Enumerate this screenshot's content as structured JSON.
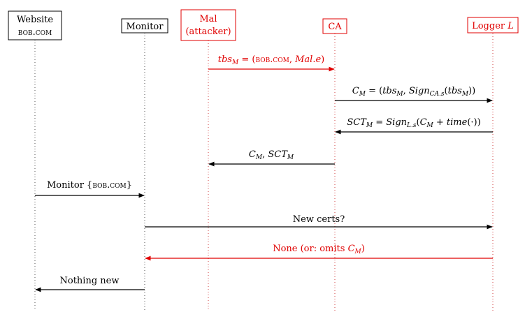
{
  "colors": {
    "black": "#000000",
    "red": "#e00000",
    "red_lifeline": "#d04040"
  },
  "participants": {
    "website": {
      "line1": "Website",
      "line2": "bob.com"
    },
    "monitor": {
      "label": "Monitor"
    },
    "mal": {
      "line1": "Mal",
      "line2": "(attacker)"
    },
    "ca": {
      "label": "CA"
    },
    "logger": {
      "label": "Logger ",
      "italic": "L"
    }
  },
  "messages": {
    "m1": {
      "pre": "tbs",
      "sub": "M",
      "eq": " = (",
      "sc": "bob.com",
      "comma": ", ",
      "it": "Mal.e",
      "close": ")"
    },
    "m2": {
      "text": "C_M = (tbs_M, Sign_CA.s(tbs_M))",
      "c": "C",
      "sub": "M",
      "eq": " = (",
      "tbs": "tbs",
      "tbs_sub": "M",
      "sep": ", ",
      "sign": "Sign",
      "sign_sub": "CA.s",
      "open": "(",
      "tbs2": "tbs",
      "tbs2_sub": "M",
      "close": "))"
    },
    "m3": {
      "sct": "SCT",
      "sct_sub": "M",
      "eq": " = ",
      "sign": "Sign",
      "sign_sub": "L.s",
      "open": "(",
      "c": "C",
      "c_sub": "M",
      "plus": " + ",
      "time": "time",
      "time_arg": "(·))"
    },
    "m4": {
      "c": "C",
      "c_sub": "M",
      "sep": ", ",
      "sct": "SCT",
      "sct_sub": "M"
    },
    "m5": {
      "pre": "Monitor {",
      "sc": "bob.com",
      "close": "}"
    },
    "m6": {
      "text": "New certs?"
    },
    "m7": {
      "pre": "None (or: omits ",
      "c": "C",
      "c_sub": "M",
      "close": ")"
    },
    "m8": {
      "text": "Nothing new"
    }
  }
}
